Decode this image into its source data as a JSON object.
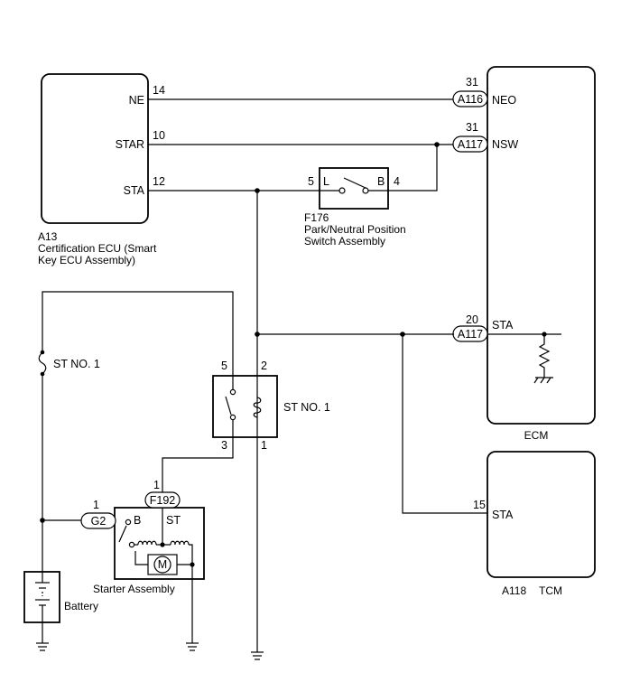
{
  "components": {
    "cert_ecu": {
      "code": "A13",
      "name_line1": "Certification ECU (Smart",
      "name_line2": "Key ECU Assembly)",
      "pins": [
        {
          "label": "NE",
          "number": "14"
        },
        {
          "label": "STAR",
          "number": "10"
        },
        {
          "label": "STA",
          "number": "12"
        }
      ]
    },
    "ecm": {
      "name": "ECM",
      "pins": [
        {
          "connector": "A116",
          "number": "31",
          "label": "NEO"
        },
        {
          "connector": "A117",
          "number": "31",
          "label": "NSW"
        },
        {
          "connector": "A117",
          "number": "20",
          "label": "STA"
        }
      ]
    },
    "pnp_switch": {
      "code": "F176",
      "name_line1": "Park/Neutral Position",
      "name_line2": "Switch Assembly",
      "pin_left_number": "5",
      "pin_left_label": "L",
      "pin_right_label": "B",
      "pin_right_number": "4"
    },
    "st_relay": {
      "name": "ST NO. 1",
      "pins": [
        "5",
        "2",
        "3",
        "1"
      ]
    },
    "fuse": {
      "name": "ST NO. 1"
    },
    "starter": {
      "name": "Starter Assembly",
      "terminal_b": "B",
      "terminal_st": "ST",
      "motor": "M",
      "connector_st": "F192",
      "connector_st_pin": "1",
      "connector_b": "G2",
      "connector_b_pin": "1"
    },
    "battery": {
      "name": "Battery"
    },
    "tcm": {
      "code": "A118",
      "name": "TCM",
      "pin_number": "15",
      "pin_label": "STA"
    }
  }
}
